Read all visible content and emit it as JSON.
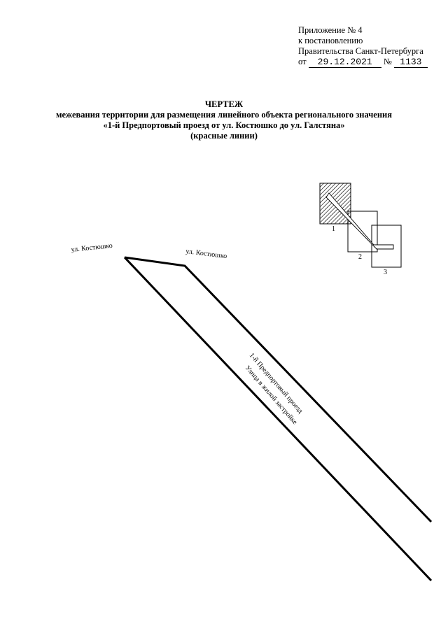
{
  "appendix": {
    "line1": "Приложение № 4",
    "line2": "к постановлению",
    "line3": "Правительства Санкт-Петербурга",
    "ot_label": "от",
    "date": "29.12.2021",
    "no_label": "№",
    "number": "1133"
  },
  "title": {
    "line1": "ЧЕРТЕЖ",
    "line2": "межевания территории для размещения линейного объекта регионального значения",
    "line3": "«1-й Предпортовый проезд от ул. Костюшко до ул. Галстяна»",
    "line4": "(красные линии)"
  },
  "keymap": {
    "sheet1": "1",
    "sheet2": "2",
    "sheet3": "3"
  },
  "drawing": {
    "street_left": "ул. Костюшко",
    "street_right": "ул. Костюшко",
    "road_name_line1": "1-й Предпортовый проезд",
    "road_name_line2": "Улица в жилой застройке"
  }
}
